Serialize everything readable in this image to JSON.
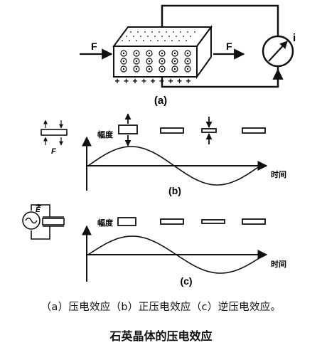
{
  "panel_a": {
    "label": "(a)",
    "force_left": "F",
    "force_right": "F",
    "current": "i",
    "charge_sign": "+",
    "charge_count": 9
  },
  "panel_b": {
    "label": "(b)",
    "ylabel": "幅度",
    "xlabel": "时间",
    "force_label": "F"
  },
  "panel_c": {
    "label": "(c)",
    "ylabel": "幅度",
    "xlabel": "时间",
    "field_label": "E"
  },
  "caption": "（a）压电效应（b）正压电效应（c）逆压电效应。",
  "title": "石英晶体的压电效应"
}
